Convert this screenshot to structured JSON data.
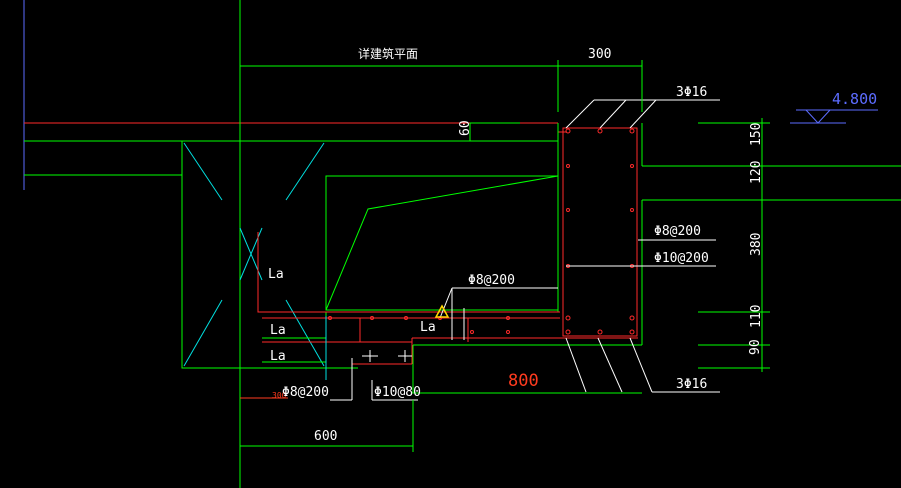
{
  "colors": {
    "background": "#000000",
    "structure": "#00ff00",
    "rebar": "#ff2a2a",
    "leader": "#ffffff",
    "hatch": "#00e0e0",
    "elevation": "#5c6cff",
    "highlight": "#ff3b1f",
    "marker": "#ffd800"
  },
  "labels": {
    "note_floor": "详建筑平面",
    "dim_top_300": "300",
    "dim_60": "60",
    "rebar_top": "3Φ16",
    "elevation": "4.800",
    "dim_150": "150",
    "dim_120": "120",
    "dim_380": "380",
    "dim_110": "110",
    "dim_90": "90",
    "stirrup_side": "Φ8@200",
    "bar_side": "Φ10@200",
    "stirrup_mid": "Φ8@200",
    "la_1": "La",
    "la_2": "La",
    "la_3": "La",
    "la_4": "La",
    "dim_800": "800",
    "rebar_bottom": "3Φ16",
    "stirrup_left": "Φ8@200",
    "bar_bottom": "Φ10@80",
    "small_300": "300",
    "dim_600": "600"
  }
}
